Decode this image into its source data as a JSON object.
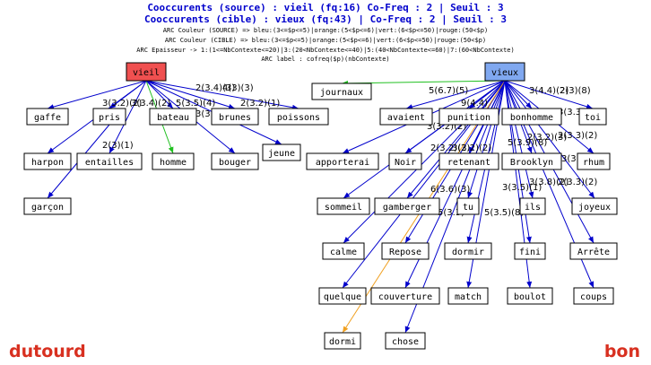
{
  "header": {
    "line1": "Cooccurents (source) : vieil (fq:16) Co-Freq : 2 | Seuil : 3",
    "line2": "Cooccurents (cible) : vieux (fq:43) | Co-Freq : 2 | Seuil : 3",
    "legend1": "ARC Couleur (SOURCE) => bleu:(3<=$p<=5)|orange:(5<$p<=6)|vert:(6<$p<=50)|rouge:(50<$p)",
    "legend2": "ARC Couleur (CIBLE) => bleu:(3<=$p<=5)|orange:(5<$p<=6)|vert:(6<$p<=50)|rouge:(50<$p)",
    "legend3": "ARC Epaisseur -> 1:(1<=NbContexte<=20)|3:(20<NbContexte<=40)|5:(40<NbContexte<=60)|7:(60<NbContexte)",
    "legend4": "ARC label : cofreq($p)(nbContexte)"
  },
  "footer": {
    "left": "dutourd",
    "right": "bon"
  },
  "colors": {
    "blue": "#0000cc",
    "orange": "#f0a020",
    "green": "#20c020",
    "source_fill": "#f05050",
    "target_fill": "#80a8f0"
  },
  "nodes": [
    {
      "id": "vieil",
      "label": "vieil",
      "kind": "src"
    },
    {
      "id": "gaffe",
      "label": "gaffe"
    },
    {
      "id": "pris",
      "label": "pris"
    },
    {
      "id": "bateau",
      "label": "bateau"
    },
    {
      "id": "brunes",
      "label": "brunes"
    },
    {
      "id": "poissons",
      "label": "poissons"
    },
    {
      "id": "harpon",
      "label": "harpon"
    },
    {
      "id": "entailles",
      "label": "entailles"
    },
    {
      "id": "homme",
      "label": "homme"
    },
    {
      "id": "bouger",
      "label": "bouger"
    },
    {
      "id": "jeune",
      "label": "jeune"
    },
    {
      "id": "garcon",
      "label": "garçon"
    },
    {
      "id": "vieux",
      "label": "vieux",
      "kind": "tgt"
    },
    {
      "id": "journaux",
      "label": "journaux"
    },
    {
      "id": "avaient",
      "label": "avaient"
    },
    {
      "id": "punition",
      "label": "punition"
    },
    {
      "id": "bonhomme",
      "label": "bonhomme"
    },
    {
      "id": "toi",
      "label": "toi"
    },
    {
      "id": "apporterai",
      "label": "apporterai"
    },
    {
      "id": "noir",
      "label": "Noir"
    },
    {
      "id": "retenant",
      "label": "retenant"
    },
    {
      "id": "brooklyn",
      "label": "Brooklyn"
    },
    {
      "id": "rhum",
      "label": "rhum"
    },
    {
      "id": "sommeil",
      "label": "sommeil"
    },
    {
      "id": "gamberger",
      "label": "gamberger"
    },
    {
      "id": "tu",
      "label": "tu"
    },
    {
      "id": "ils",
      "label": "ils"
    },
    {
      "id": "joyeux",
      "label": "joyeux"
    },
    {
      "id": "calme",
      "label": "calme"
    },
    {
      "id": "repose",
      "label": "Repose"
    },
    {
      "id": "dormir",
      "label": "dormir"
    },
    {
      "id": "fini",
      "label": "fini"
    },
    {
      "id": "arrete",
      "label": "Arrête"
    },
    {
      "id": "quelque",
      "label": "quelque"
    },
    {
      "id": "couverture",
      "label": "couverture"
    },
    {
      "id": "match",
      "label": "match"
    },
    {
      "id": "boulot",
      "label": "boulot"
    },
    {
      "id": "coups",
      "label": "coups"
    },
    {
      "id": "dormi",
      "label": "dormi"
    },
    {
      "id": "chose",
      "label": "chose"
    }
  ],
  "edges": [
    {
      "from": "vieil",
      "to": "gaffe",
      "color": "blue"
    },
    {
      "from": "vieil",
      "to": "pris",
      "color": "blue"
    },
    {
      "from": "vieil",
      "to": "bateau",
      "color": "blue"
    },
    {
      "from": "vieil",
      "to": "brunes",
      "color": "blue"
    },
    {
      "from": "vieil",
      "to": "poissons",
      "color": "blue"
    },
    {
      "from": "vieil",
      "to": "harpon",
      "color": "blue"
    },
    {
      "from": "vieil",
      "to": "entailles",
      "color": "blue"
    },
    {
      "from": "vieil",
      "to": "homme",
      "color": "green"
    },
    {
      "from": "vieil",
      "to": "bouger",
      "color": "blue"
    },
    {
      "from": "vieil",
      "to": "jeune",
      "color": "blue"
    },
    {
      "from": "pris",
      "to": "garcon",
      "color": "blue"
    },
    {
      "from": "vieux",
      "to": "journaux",
      "color": "green"
    },
    {
      "from": "vieux",
      "to": "avaient",
      "color": "blue"
    },
    {
      "from": "vieux",
      "to": "punition",
      "color": "blue"
    },
    {
      "from": "vieux",
      "to": "bonhomme",
      "color": "blue"
    },
    {
      "from": "vieux",
      "to": "toi",
      "color": "blue"
    },
    {
      "from": "vieux",
      "to": "apporterai",
      "color": "blue"
    },
    {
      "from": "vieux",
      "to": "noir",
      "color": "blue"
    },
    {
      "from": "vieux",
      "to": "retenant",
      "color": "blue"
    },
    {
      "from": "vieux",
      "to": "brooklyn",
      "color": "blue"
    },
    {
      "from": "vieux",
      "to": "rhum",
      "color": "blue"
    },
    {
      "from": "vieux",
      "to": "sommeil",
      "color": "blue"
    },
    {
      "from": "vieux",
      "to": "gamberger",
      "color": "blue"
    },
    {
      "from": "vieux",
      "to": "tu",
      "color": "blue"
    },
    {
      "from": "vieux",
      "to": "ils",
      "color": "blue"
    },
    {
      "from": "vieux",
      "to": "joyeux",
      "color": "blue"
    },
    {
      "from": "vieux",
      "to": "calme",
      "color": "blue"
    },
    {
      "from": "vieux",
      "to": "repose",
      "color": "blue"
    },
    {
      "from": "vieux",
      "to": "dormir",
      "color": "blue"
    },
    {
      "from": "vieux",
      "to": "fini",
      "color": "blue"
    },
    {
      "from": "vieux",
      "to": "arrete",
      "color": "blue"
    },
    {
      "from": "vieux",
      "to": "quelque",
      "color": "blue"
    },
    {
      "from": "vieux",
      "to": "couverture",
      "color": "blue"
    },
    {
      "from": "vieux",
      "to": "match",
      "color": "blue"
    },
    {
      "from": "vieux",
      "to": "boulot",
      "color": "blue"
    },
    {
      "from": "vieux",
      "to": "coups",
      "color": "blue"
    },
    {
      "from": "vieux",
      "to": "dormi",
      "color": "orange"
    },
    {
      "from": "vieux",
      "to": "chose",
      "color": "blue"
    }
  ],
  "edge_labels": [
    {
      "text": "3(3.2)(2)"
    },
    {
      "text": "3(3.4)(2)"
    },
    {
      "text": "5(3.5)(4)"
    },
    {
      "text": "2(3.4)(3)"
    },
    {
      "text": "4(3)(3)"
    },
    {
      "text": "3(4)"
    },
    {
      "text": "2(3)(1)"
    },
    {
      "text": "3(3)"
    },
    {
      "text": "2(3.2)(1)"
    },
    {
      "text": "5(6.7)(5)"
    },
    {
      "text": "9(4.4)"
    },
    {
      "text": "3(4.4)(2)"
    },
    {
      "text": "2(3)(8)"
    },
    {
      "text": "3(3.3)"
    },
    {
      "text": "3(3.2)(2)"
    },
    {
      "text": "2(3.2)(2)"
    },
    {
      "text": "3(3.2)(2)"
    },
    {
      "text": "5(3.9)(8)"
    },
    {
      "text": "2(3.2)(3)"
    },
    {
      "text": "2(3.3)(2)"
    },
    {
      "text": "3(3.3)"
    },
    {
      "text": "6(3.6)(3)"
    },
    {
      "text": "5(3.3)"
    },
    {
      "text": "5(3.5)(8)"
    },
    {
      "text": "3(3.5)(1)"
    },
    {
      "text": "3(3.8)(2)"
    },
    {
      "text": "2(3.3)(2)"
    }
  ]
}
